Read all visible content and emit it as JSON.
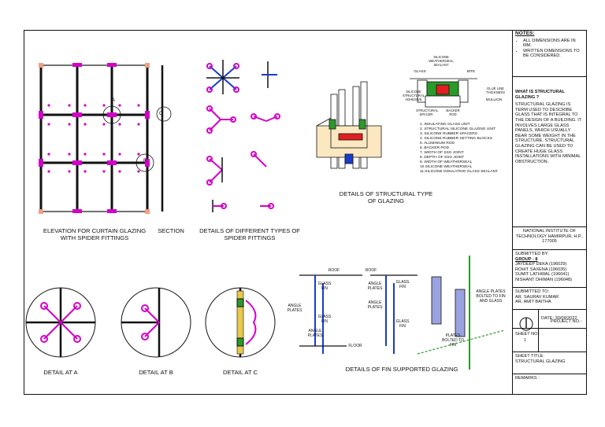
{
  "captions": {
    "elevation": "ELEVATION FOR CURTAIN GLAZING WITH SPIDER FITTINGS",
    "section": "SECTION",
    "spider_types": "DETAILS OF DIFFERENT TYPES OF SPIDER FITTINGS",
    "structural": "DETAILS OF STRUCTURAL TYPE OF GLAZING",
    "detail_a": "DETAIL AT A",
    "detail_b": "DETAIL AT B",
    "detail_c": "DETAIL AT C",
    "fin": "DETAILS OF FIN SUPPORTED GLAZING"
  },
  "elevation_marks": {
    "a": "A",
    "b": "B",
    "c": "C"
  },
  "structural_callouts": {
    "glass": "GLASS",
    "silicone_weatherseal_sealant": "SILICONE WEATHERSEAL SEALANT",
    "bite": "BITE",
    "glue_line": "GLUE LINE THICKNESS",
    "silicone_structural_adhesive": "SILICONE STRUCTURAL ADHESIVE",
    "mullion": "MULLION",
    "structural_spacer": "STRUCTURAL SPACER",
    "backer_rod": "BACKER ROD"
  },
  "structural_legend": [
    "1. INSULATING GLASS UNIT",
    "2. STRUCTURAL SILICONE GLAZING UNIT",
    "3. SILICONE RUBBER SPACERS",
    "4. SILICONE RUBBER SETTING BLOCKS",
    "5. ALUMINIUM ROD",
    "6. BACKER ROD",
    "7. WIDTH OF SSG JOINT",
    "8. DEPTH OF SSG JOINT",
    "9. WIDTH OF WEATHERSEAL",
    "10.SILICONE WEATHERSEAL",
    "11.SILICONE INSULATING GLASS SEALANT"
  ],
  "fin_labels": {
    "roof": "ROOF",
    "glass_fin": "GLASS FIN",
    "angle_plates": "ANGLE PLATES",
    "floor": "FLOOR",
    "angle_plates_bolted": "ANGLE PLATES BOLTED TO FIN AND GLASS",
    "plates_bolted": "PLATES BOLTED TO FIN"
  },
  "title_block": {
    "notes_heading": "NOTES:",
    "notes": [
      "ALL DIMENSIONS ARE IN MM.",
      "WRITTEN DIMENSIONS TO BE CONSIDERED."
    ],
    "what_heading": "WHAT IS STRUCTURAL GLAZING ?",
    "what_body": "STRUCTURAL GLAZING IS TERM USED TO DESCRIBE GLASS THAT IS INTEGRAL TO THE DESIGN OF A BUILDING. IT INVOLVES LARGE GLASS PANELS, WHICH USUALLY BEAR SOME WEIGHT IN THE STRUCTURE. STRUCTURAL GLAZING CAN BE USED TO CREATE HUGE GLASS INSTALLATIONS WITH MINIMAL OBSTRUCTION.",
    "institute": "NATIONAL INSTITUTE OF TECHNOLOGY HAMIRPUR, H.P., 177005",
    "submitted_by": "SUBMITTED BY:",
    "group": "GROUP - 8",
    "members": [
      "JAYDEEP DEKA   (196029)",
      "ROHIT SAXENA   (196035)",
      "SUMIT LATHWAL  (196041)",
      "NISHANT DHIMAN (196048)"
    ],
    "submitted_to": "SUBMITTED TO:",
    "faculty": [
      "AR. SAURAV KUMAR",
      "AR. AMIT BAITHA"
    ],
    "date": "DATE: 30/09/2022",
    "sheet_no_label": "SHEET NO.:",
    "sheet_no": "1",
    "project_no": "PROJECT NO.:",
    "sheet_title_label": "SHEET TITLE:",
    "sheet_title": "STRUCTURAL GLAZING",
    "remarks": "REMARKS :"
  }
}
